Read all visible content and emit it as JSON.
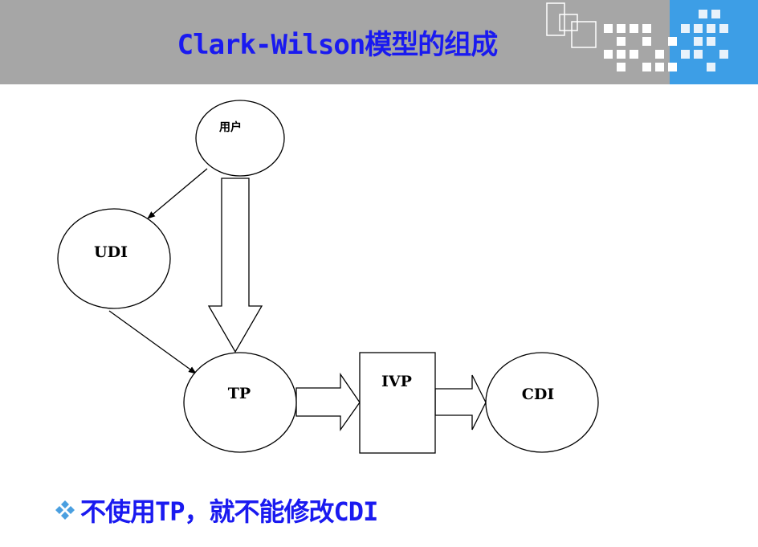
{
  "slide": {
    "title": "Clark-Wilson模型的组成",
    "bullet_text": "不使用TP，就不能修改CDI"
  },
  "diagram": {
    "nodes": {
      "user": "用户",
      "udi": "UDI",
      "tp": "TP",
      "ivp": "IVP",
      "cdi": "CDI"
    }
  },
  "colors": {
    "header_gray": "#a6a6a6",
    "header_blue": "#3d9ee6",
    "title_blue": "#1a1af0",
    "bullet_icon": "#4a9fe0"
  },
  "icons": {
    "bullet": "diamond-cluster-icon"
  }
}
